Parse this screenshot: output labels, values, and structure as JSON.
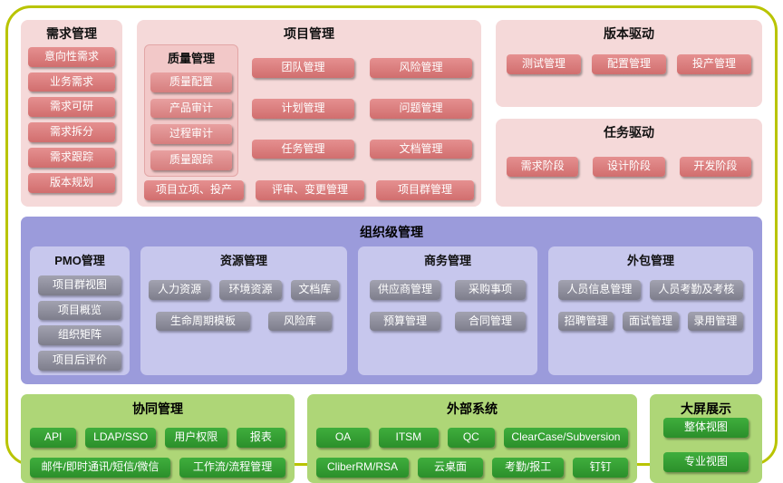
{
  "diagram": {
    "requirements": {
      "title": "需求管理",
      "items": [
        "意向性需求",
        "业务需求",
        "需求可研",
        "需求拆分",
        "需求跟踪",
        "版本规划"
      ]
    },
    "project": {
      "title": "项目管理",
      "quality": {
        "title": "质量管理",
        "items": [
          "质量配置",
          "产品审计",
          "过程审计",
          "质量跟踪"
        ]
      },
      "col1": [
        "团队管理",
        "计划管理",
        "任务管理"
      ],
      "col2": [
        "风险管理",
        "问题管理",
        "文档管理"
      ],
      "bottom": [
        "项目立项、投产",
        "评审、变更管理",
        "项目群管理"
      ]
    },
    "version_driven": {
      "title": "版本驱动",
      "items": [
        "测试管理",
        "配置管理",
        "投产管理"
      ]
    },
    "task_driven": {
      "title": "任务驱动",
      "items": [
        "需求阶段",
        "设计阶段",
        "开发阶段"
      ]
    },
    "org": {
      "title": "组织级管理",
      "pmo": {
        "title": "PMO管理",
        "items": [
          "项目群视图",
          "项目概览",
          "组织矩阵",
          "项目后评价"
        ]
      },
      "resource": {
        "title": "资源管理",
        "row1": [
          "人力资源",
          "环境资源",
          "文档库"
        ],
        "row2": [
          "生命周期模板",
          "风险库"
        ]
      },
      "business": {
        "title": "商务管理",
        "row1": [
          "供应商管理",
          "采购事项"
        ],
        "row2": [
          "预算管理",
          "合同管理"
        ]
      },
      "outsourcing": {
        "title": "外包管理",
        "row1": [
          "人员信息管理",
          "人员考勤及考核"
        ],
        "row2": [
          "招聘管理",
          "面试管理",
          "录用管理"
        ]
      }
    },
    "collaboration": {
      "title": "协同管理",
      "row1": [
        "API",
        "LDAP/SSO",
        "用户权限",
        "报表"
      ],
      "row2": [
        "邮件/即时通讯/短信/微信",
        "工作流/流程管理"
      ]
    },
    "external": {
      "title": "外部系统",
      "row1": [
        "OA",
        "ITSM",
        "QC",
        "ClearCase/Subversion"
      ],
      "row2": [
        "CliberRM/RSA",
        "云桌面",
        "考勤/报工",
        "钉钉"
      ]
    },
    "display": {
      "title": "大屏展示",
      "items": [
        "整体视图",
        "专业视图"
      ]
    }
  },
  "colors": {
    "frame_border": "#b9c400",
    "pink_panel": "#f5d9d9",
    "pink_button": "#d97676",
    "quality_panel": "#f2c8c8",
    "purple_panel": "#9b9bdb",
    "purple_sub_panel": "#c7c7ed",
    "gray_button": "#8b8b98",
    "green_panel": "#aed677",
    "green_button": "#2f9e33"
  }
}
